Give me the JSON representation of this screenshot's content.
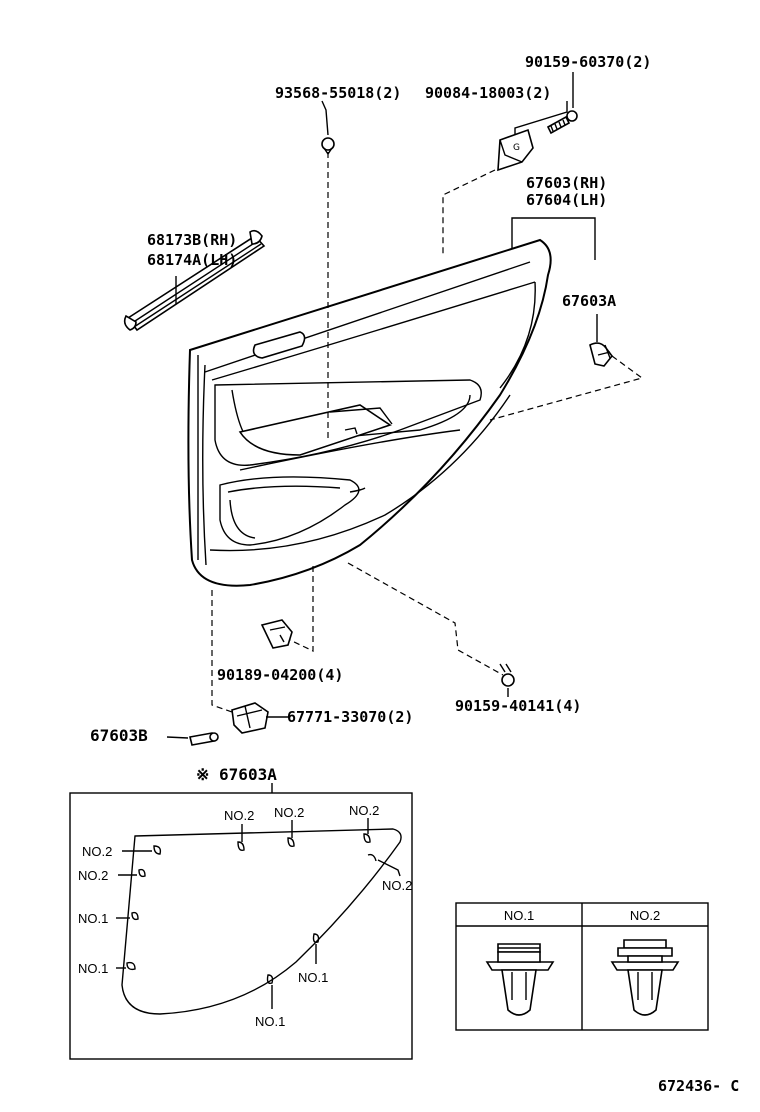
{
  "parts": {
    "bolt_top": "90159-60370(2)",
    "clip_top": "93568-55018(2)",
    "bracket": "90084-18003(2)",
    "trim_rh": "67603(RH)",
    "trim_lh": "67604(LH)",
    "weatherstrip_rh": "68173B(RH)",
    "weatherstrip_lh": "68174A(LH)",
    "clip_67603a": "67603A",
    "screw_bottom": "90189-04200(4)",
    "screw_right": "90159-40141(4)",
    "pin_left": "67603B",
    "clip_bottom": "67771-33070(2)"
  },
  "detail": {
    "title": "※ 67603A",
    "labels": {
      "top1": "NO.2",
      "top2": "NO.2",
      "top3": "NO.2",
      "left1": "NO.2",
      "left2": "NO.2",
      "left3": "NO.1",
      "left4": "NO.1",
      "right": "NO.2",
      "lower_right": "NO.1",
      "bottom": "NO.1"
    }
  },
  "legend": {
    "col1": "NO.1",
    "col2": "NO.2"
  },
  "code": "672436- C"
}
